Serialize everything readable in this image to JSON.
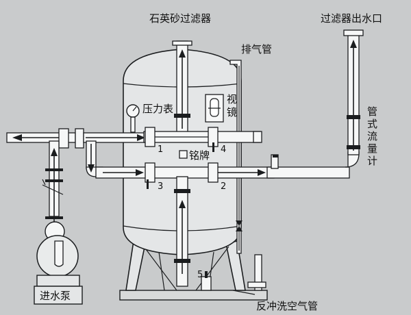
{
  "labels": {
    "quartz_filter": "石英砂过滤器",
    "filter_outlet": "过滤器出水口",
    "vent_pipe": "排气管",
    "pressure_gauge": "压力表",
    "sight_glass_1": "视",
    "sight_glass_2": "镜",
    "nameplate": "铭牌",
    "flowmeter": [
      "管",
      "式",
      "流",
      "量",
      "计"
    ],
    "inlet_pump": "进水泵",
    "backwash_air_pipe": "反冲洗空气管"
  },
  "valves": {
    "v1": "1",
    "v2": "2",
    "v3": "3",
    "v4": "4",
    "v5": "5"
  }
}
